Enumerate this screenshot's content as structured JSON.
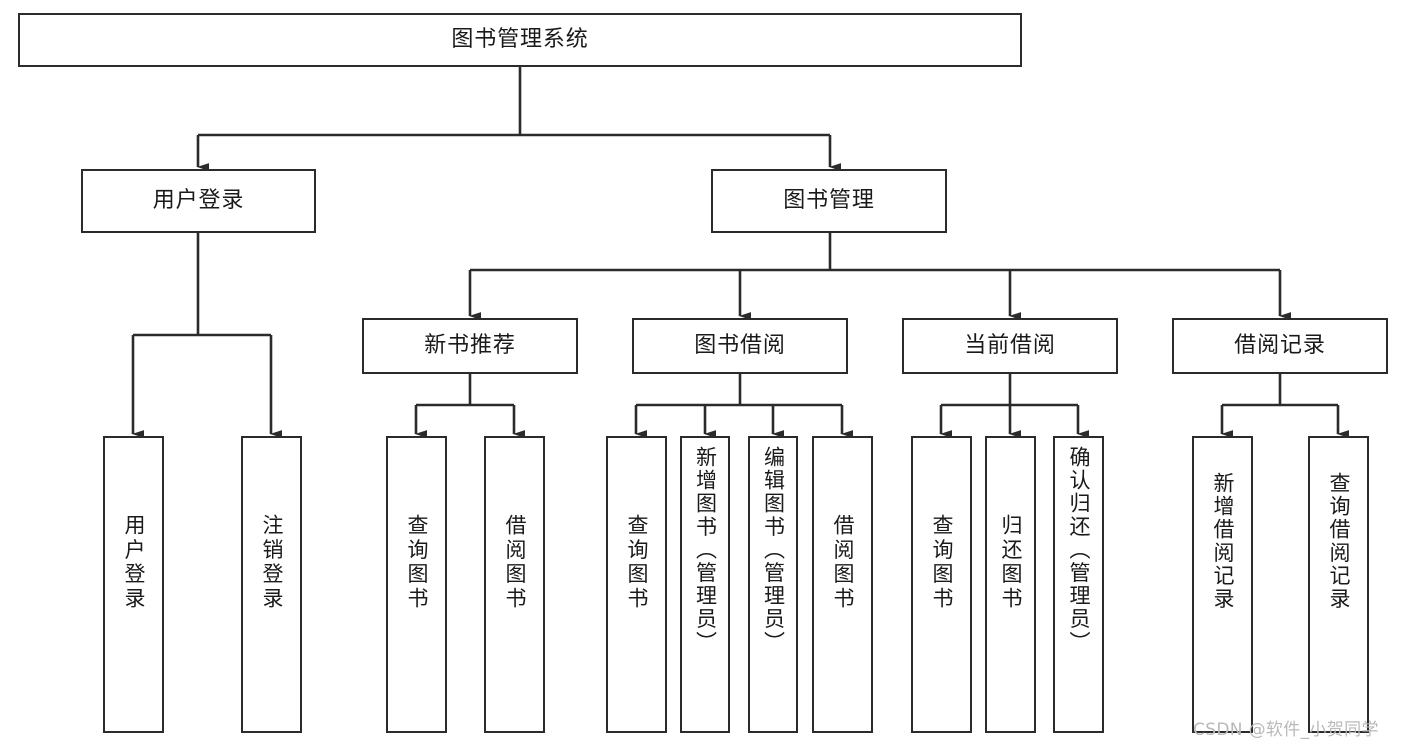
{
  "diagram": {
    "type": "tree-hierarchy",
    "title": "图书管理系统",
    "orientation": "top-down",
    "colors": {
      "stroke": "#2b2b2b",
      "fill": "#ffffff",
      "text": "#1a1a1a",
      "watermark": "#b9b9b9"
    },
    "levels": [
      {
        "level": 1,
        "nodes": [
          {
            "id": "root",
            "label": "图书管理系统",
            "orientation": "horizontal"
          }
        ]
      },
      {
        "level": 2,
        "nodes": [
          {
            "id": "user-login",
            "label": "用户登录",
            "orientation": "horizontal",
            "parent": "root"
          },
          {
            "id": "book-manage",
            "label": "图书管理",
            "orientation": "horizontal",
            "parent": "root"
          }
        ]
      },
      {
        "level": 3,
        "nodes": [
          {
            "id": "new-book-rec",
            "label": "新书推荐",
            "orientation": "horizontal",
            "parent": "book-manage"
          },
          {
            "id": "book-borrow",
            "label": "图书借阅",
            "orientation": "horizontal",
            "parent": "book-manage"
          },
          {
            "id": "current-borrow",
            "label": "当前借阅",
            "orientation": "horizontal",
            "parent": "book-manage"
          },
          {
            "id": "borrow-record",
            "label": "借阅记录",
            "orientation": "horizontal",
            "parent": "book-manage"
          }
        ]
      },
      {
        "level": 4,
        "nodes": [
          {
            "id": "leaf-user-login",
            "label": "用户登录",
            "orientation": "vertical",
            "parent": "user-login"
          },
          {
            "id": "leaf-user-logout",
            "label": "注销登录",
            "orientation": "vertical",
            "parent": "user-login"
          },
          {
            "id": "leaf-query-book-1",
            "label": "查询图书",
            "orientation": "vertical",
            "parent": "new-book-rec"
          },
          {
            "id": "leaf-borrow-book-1",
            "label": "借阅图书",
            "orientation": "vertical",
            "parent": "new-book-rec"
          },
          {
            "id": "leaf-query-book-2",
            "label": "查询图书",
            "orientation": "vertical",
            "parent": "book-borrow"
          },
          {
            "id": "leaf-add-book",
            "label": "新增图书（管理员）",
            "orientation": "vertical",
            "parent": "book-borrow"
          },
          {
            "id": "leaf-edit-book",
            "label": "编辑图书（管理员）",
            "orientation": "vertical",
            "parent": "book-borrow"
          },
          {
            "id": "leaf-borrow-book-2",
            "label": "借阅图书",
            "orientation": "vertical",
            "parent": "book-borrow"
          },
          {
            "id": "leaf-query-book-3",
            "label": "查询图书",
            "orientation": "vertical",
            "parent": "current-borrow"
          },
          {
            "id": "leaf-return-book",
            "label": "归还图书",
            "orientation": "vertical",
            "parent": "current-borrow"
          },
          {
            "id": "leaf-confirm-return",
            "label": "确认归还（管理员）",
            "orientation": "vertical",
            "parent": "current-borrow"
          },
          {
            "id": "leaf-add-record",
            "label": "新增借阅记录",
            "orientation": "vertical",
            "parent": "borrow-record"
          },
          {
            "id": "leaf-query-record",
            "label": "查询借阅记录",
            "orientation": "vertical",
            "parent": "borrow-record"
          }
        ]
      }
    ]
  },
  "watermark": {
    "text": "CSDN @软件_小贺同学"
  }
}
